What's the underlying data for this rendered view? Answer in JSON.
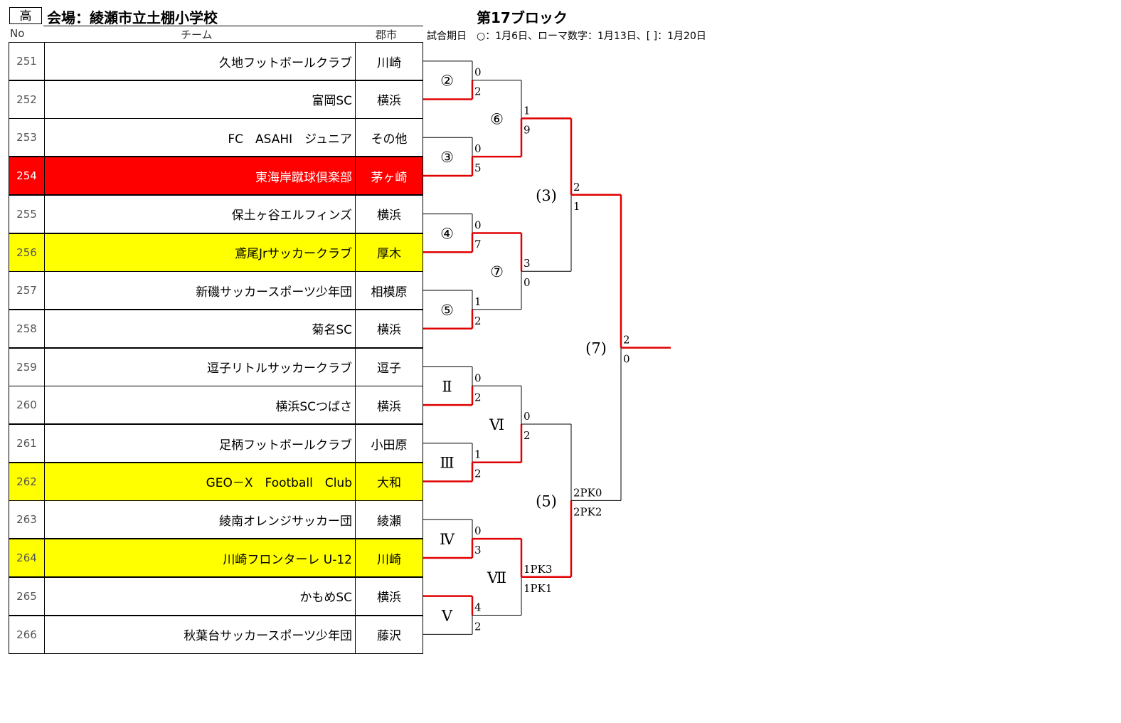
{
  "header": {
    "badge": "高",
    "venue": "会場：綾瀬市立土棚小学校",
    "block": "第17ブロック",
    "col_no": "No",
    "col_team": "チーム",
    "col_city": "郡市",
    "schedule": "試合期日　○：1月6日、ローマ数字：1月13日、[ ]：1月20日"
  },
  "colors": {
    "winner_line": "#e00000",
    "line": "#000000",
    "red_row": "#ff0000",
    "yellow_row": "#ffff00"
  },
  "teams": [
    {
      "no": "251",
      "name": "久地フットボールクラブ",
      "city": "川崎",
      "hl": ""
    },
    {
      "no": "252",
      "name": "富岡SC",
      "city": "横浜",
      "hl": ""
    },
    {
      "no": "253",
      "name": "FC　ASAHI　ジュニア",
      "city": "その他",
      "hl": ""
    },
    {
      "no": "254",
      "name": "東海岸蹴球倶楽部",
      "city": "茅ヶ崎",
      "hl": "red"
    },
    {
      "no": "255",
      "name": "保土ヶ谷エルフィンズ",
      "city": "横浜",
      "hl": ""
    },
    {
      "no": "256",
      "name": "鳶尾Jrサッカークラブ",
      "city": "厚木",
      "hl": "yellow"
    },
    {
      "no": "257",
      "name": "新磯サッカースポーツ少年団",
      "city": "相模原",
      "hl": ""
    },
    {
      "no": "258",
      "name": "菊名SC",
      "city": "横浜",
      "hl": ""
    },
    {
      "no": "259",
      "name": "逗子リトルサッカークラブ",
      "city": "逗子",
      "hl": ""
    },
    {
      "no": "260",
      "name": "横浜SCつばさ",
      "city": "横浜",
      "hl": ""
    },
    {
      "no": "261",
      "name": "足柄フットボールクラブ",
      "city": "小田原",
      "hl": ""
    },
    {
      "no": "262",
      "name": "GEO－X　Football　Club",
      "city": "大和",
      "hl": "yellow"
    },
    {
      "no": "263",
      "name": "綾南オレンジサッカー団",
      "city": "綾瀬",
      "hl": ""
    },
    {
      "no": "264",
      "name": "川崎フロンターレ U-12",
      "city": "川崎",
      "hl": "yellow"
    },
    {
      "no": "265",
      "name": "かもめSC",
      "city": "横浜",
      "hl": ""
    },
    {
      "no": "266",
      "name": "秋葉台サッカースポーツ少年団",
      "city": "藤沢",
      "hl": ""
    }
  ],
  "round1": [
    {
      "label": "②",
      "top": "0",
      "bottom": "2",
      "winner": "bottom"
    },
    {
      "label": "③",
      "top": "0",
      "bottom": "5",
      "winner": "bottom"
    },
    {
      "label": "④",
      "top": "0",
      "bottom": "7",
      "winner": "bottom"
    },
    {
      "label": "⑤",
      "top": "1",
      "bottom": "2",
      "winner": "bottom"
    },
    {
      "label": "Ⅱ",
      "top": "0",
      "bottom": "2",
      "winner": "bottom"
    },
    {
      "label": "Ⅲ",
      "top": "1",
      "bottom": "2",
      "winner": "bottom"
    },
    {
      "label": "Ⅳ",
      "top": "0",
      "bottom": "3",
      "winner": "bottom"
    },
    {
      "label": "Ⅴ",
      "top": "4",
      "bottom": "2",
      "winner": "top"
    }
  ],
  "round2": [
    {
      "label": "⑥",
      "top": "1",
      "bottom": "9",
      "winner": "bottom"
    },
    {
      "label": "⑦",
      "top": "3",
      "bottom": "0",
      "winner": "top"
    },
    {
      "label": "Ⅵ",
      "top": "0",
      "bottom": "2",
      "winner": "bottom"
    },
    {
      "label": "Ⅶ",
      "top": "1PK3",
      "bottom": "1PK1",
      "winner": "top"
    }
  ],
  "round3": [
    {
      "label": "(3)",
      "top": "2",
      "bottom": "1",
      "winner": "top"
    },
    {
      "label": "(5)",
      "top": "2PK0",
      "bottom": "2PK2",
      "winner": "bottom"
    }
  ],
  "final": {
    "label": "(7)",
    "top": "2",
    "bottom": "0",
    "winner": "top"
  }
}
